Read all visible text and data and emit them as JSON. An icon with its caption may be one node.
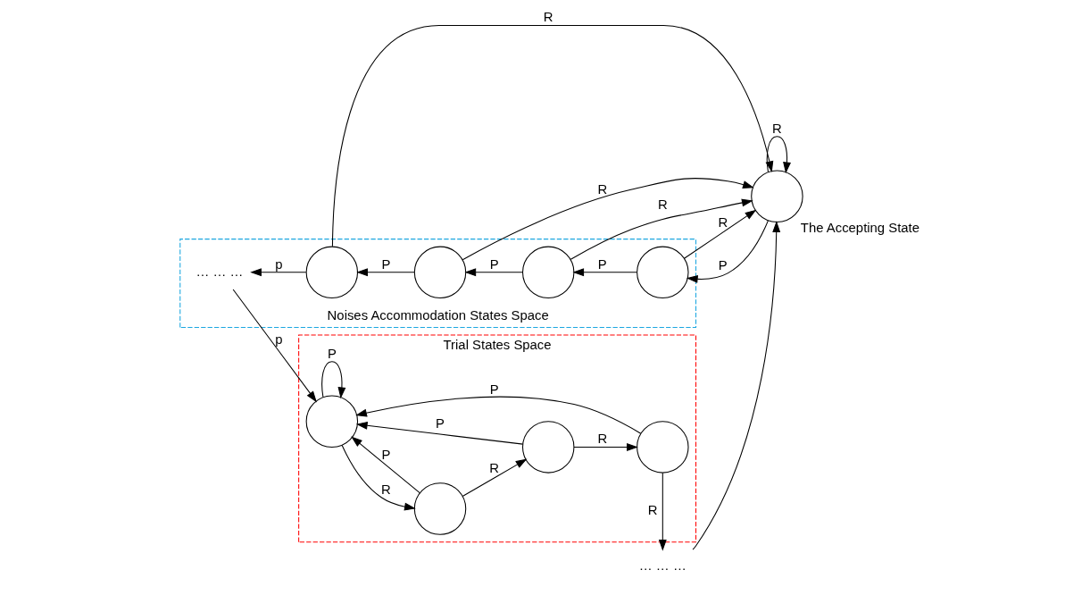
{
  "diagram": {
    "nodes": [
      {
        "text": [
          "Trial States Space"
        ]
      },
      {
        "text": [],
        "shape": "circle",
        "in": 0
      },
      {
        "text": [],
        "shape": "circle",
        "in": 0
      },
      {
        "text": [],
        "shape": "circle",
        "in": 0
      },
      {
        "text": [],
        "shape": "circle",
        "in": 0
      },
      {
        "text": [
          "… … …"
        ]
      },
      {
        "text": [
          "The Accepting State"
        ]
      },
      {
        "text": [
          "Noises Accommodation States Space"
        ]
      },
      {
        "text": [
          "… … …"
        ],
        "in": 7
      },
      {
        "text": [],
        "shape": "circle",
        "in": 7
      },
      {
        "text": [],
        "shape": "circle",
        "in": 7
      },
      {
        "text": [],
        "shape": "circle",
        "in": 7
      },
      {
        "text": [],
        "shape": "circle",
        "in": 7
      }
    ],
    "edges": [
      {
        "from": 1,
        "to": 1,
        "arrow": "to",
        "label": "P"
      },
      {
        "from": 1,
        "to": 2,
        "arrow": "to",
        "label": "R"
      },
      {
        "from": 2,
        "to": 3,
        "arrow": "to",
        "label": "R"
      },
      {
        "from": 3,
        "to": 4,
        "arrow": "to",
        "label": "R"
      },
      {
        "from": 4,
        "to": 5,
        "arrow": "to",
        "label": "R"
      },
      {
        "from": 5,
        "to": 6,
        "arrow": "to"
      },
      {
        "from": 2,
        "to": 1,
        "arrow": "to",
        "label": "P"
      },
      {
        "from": 3,
        "to": 1,
        "arrow": "to",
        "label": "P"
      },
      {
        "from": 4,
        "to": 1,
        "arrow": "to",
        "label": "P"
      },
      {
        "from": 6,
        "to": 6,
        "arrow": "to",
        "label": "R"
      },
      {
        "from": 6,
        "to": 12,
        "arrow": "to",
        "label": "P"
      },
      {
        "from": 12,
        "to": 6,
        "arrow": "to",
        "label": "R"
      },
      {
        "from": 11,
        "to": 6,
        "arrow": "to",
        "label": "R"
      },
      {
        "from": 10,
        "to": 6,
        "arrow": "to",
        "label": "R"
      },
      {
        "from": 9,
        "to": 6,
        "arrow": "to",
        "label": "R"
      },
      {
        "from": 12,
        "to": 11,
        "arrow": "to",
        "label": "P"
      },
      {
        "from": 11,
        "to": 10,
        "arrow": "to",
        "label": "P"
      },
      {
        "from": 10,
        "to": 9,
        "arrow": "to",
        "label": "P"
      },
      {
        "from": 9,
        "to": 8,
        "arrow": "to",
        "label": "p"
      },
      {
        "from": 8,
        "to": 1,
        "arrow": "to",
        "label": "p"
      }
    ]
  }
}
